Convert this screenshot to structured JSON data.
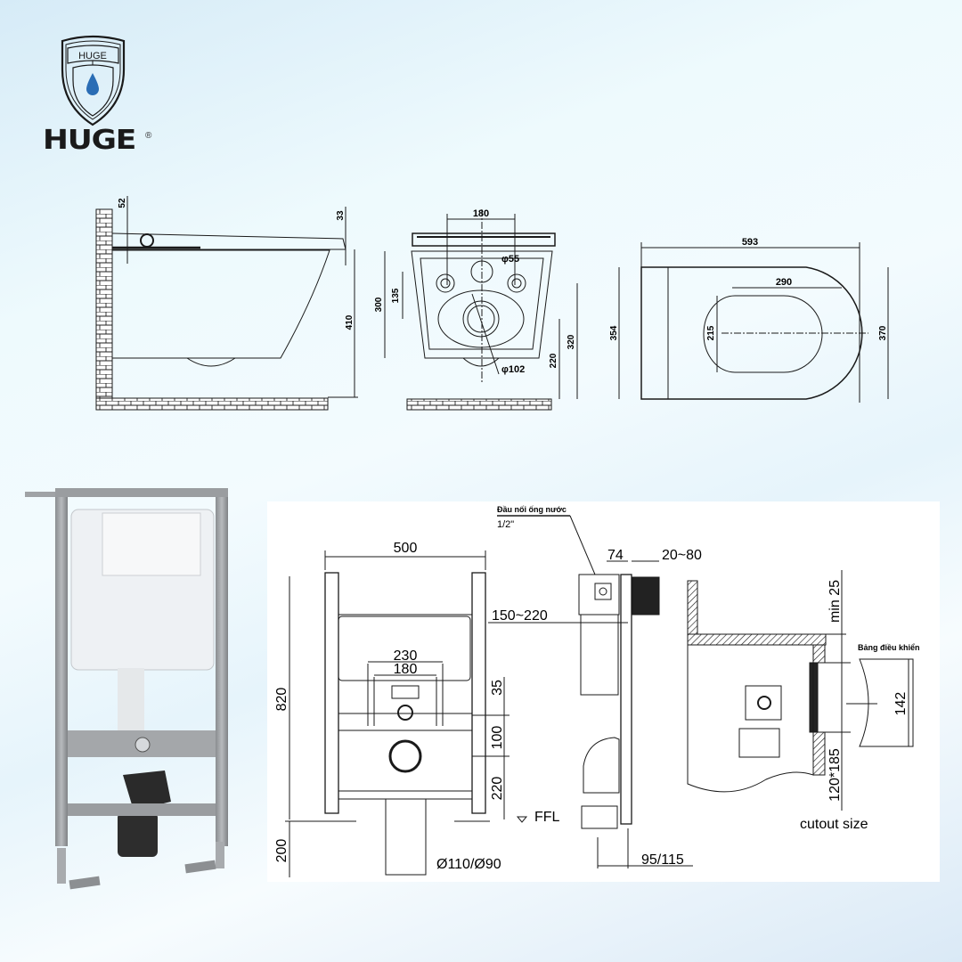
{
  "brand": {
    "name": "HUGE",
    "shield_text": "HUGE",
    "registered_mark": "®",
    "drop_color": "#2a6db5"
  },
  "colors": {
    "background_light": "#f3fbfe",
    "background_blue": "#d6ebf7",
    "line": "#1a1a1a",
    "panel": "#ffffff"
  },
  "top_drawings": {
    "side_view": {
      "dims": {
        "top_left": "52",
        "top_right": "33",
        "height": "410"
      }
    },
    "front_view": {
      "dims": {
        "hole_spacing": "180",
        "inlet_dia": "φ55",
        "bolt_to_outlet": "135",
        "body_height": "300",
        "outlet_dia": "φ102",
        "outlet_to_floor": "220",
        "bolt_to_floor": "320"
      }
    },
    "top_view": {
      "dims": {
        "length": "593",
        "bowl_length": "290",
        "bowl_width": "215",
        "width_left": "354",
        "width_right": "370"
      }
    }
  },
  "frame_photo": {
    "label": "concealed-cistern-frame"
  },
  "bottom_drawings": {
    "front_frame": {
      "dims": {
        "width": "500",
        "height": "820",
        "leg": "200",
        "bolt_outer": "230",
        "bolt_inner": "180",
        "d35": "35",
        "d100": "100",
        "d220": "220",
        "pipe": "Ø110/Ø90",
        "ffl": "FFL"
      }
    },
    "side_frame": {
      "water_inlet_label": "Đầu nối ống nước",
      "water_inlet_size": "1/2\"",
      "dims": {
        "d74": "74",
        "wall": "20~80",
        "depth": "150~220",
        "offset": "95/115"
      }
    },
    "panel_detail": {
      "control_panel_label": "Bảng điều khiển",
      "dims": {
        "min": "min 25",
        "panel_h": "142",
        "cutout": "120*185"
      },
      "cutout_label": "cutout size"
    }
  }
}
